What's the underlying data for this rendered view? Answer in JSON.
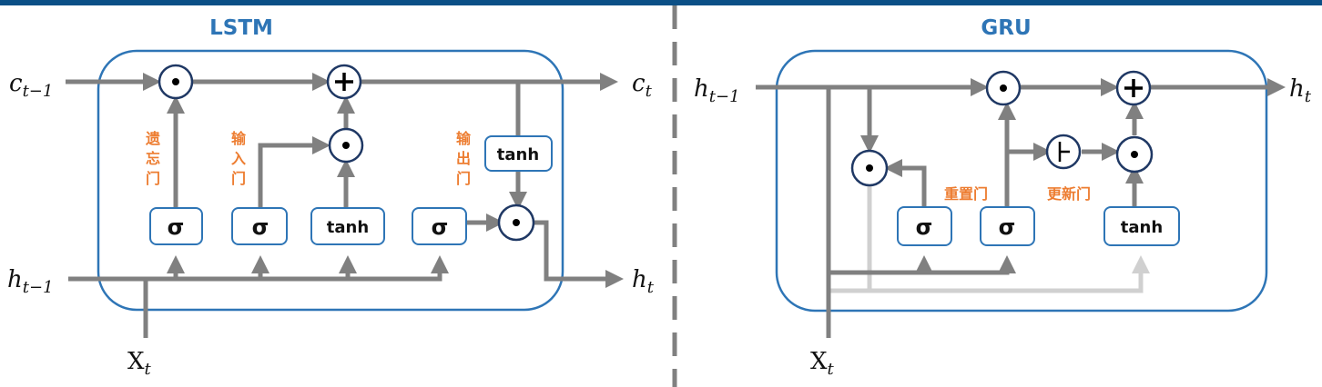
{
  "colors": {
    "top_bar": "#0b4f86",
    "cell_border": "#2e75b6",
    "line": "#808080",
    "light_line": "#d0d0d0",
    "gate_label": "#ed7d31",
    "op_circle": "#1f3864",
    "divider": "#808080"
  },
  "lstm": {
    "title": "LSTM",
    "inputs": {
      "c_prev": {
        "base": "c",
        "sub": "t−1"
      },
      "h_prev": {
        "base": "h",
        "sub": "t−1"
      },
      "x": {
        "base": "X",
        "sub": "t"
      }
    },
    "outputs": {
      "c": {
        "base": "c",
        "sub": "t"
      },
      "h": {
        "base": "h",
        "sub": "t"
      }
    },
    "gates": {
      "forget": [
        "遗",
        "忘",
        "门"
      ],
      "input": [
        "输",
        "入",
        "门"
      ],
      "output": [
        "输",
        "出",
        "门"
      ]
    },
    "boxes": [
      "σ",
      "σ",
      "tanh",
      "σ"
    ],
    "cell_tanh": "tanh",
    "ops": [
      "multiply",
      "add",
      "multiply",
      "multiply"
    ]
  },
  "gru": {
    "title": "GRU",
    "inputs": {
      "h_prev": {
        "base": "h",
        "sub": "t−1"
      },
      "x": {
        "base": "X",
        "sub": "t"
      }
    },
    "outputs": {
      "h": {
        "base": "h",
        "sub": "t"
      }
    },
    "gates": {
      "reset": "重置门",
      "update": "更新门"
    },
    "boxes": [
      "σ",
      "σ",
      "tanh"
    ],
    "ops": [
      "multiply",
      "add",
      "multiply",
      "one-minus",
      "multiply"
    ]
  }
}
